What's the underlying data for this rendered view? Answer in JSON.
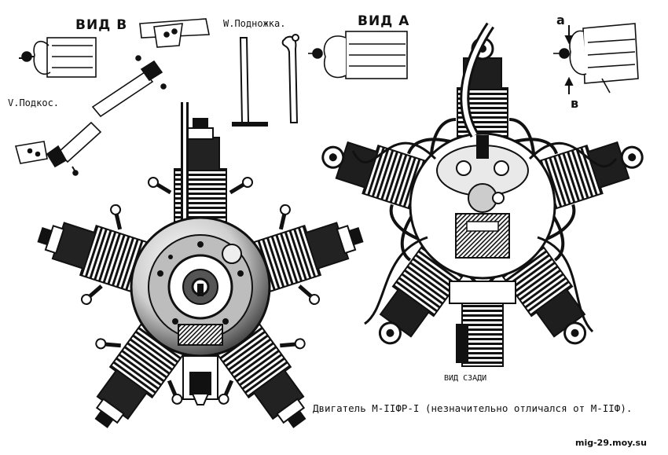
{
  "labels": {
    "view_b": "ВИД В",
    "view_a": "ВИД А",
    "footrest": "W.Подножка.",
    "strut": "V.Подкос.",
    "rear_view": "ВИД СЗАДИ",
    "caption": "Двигатель М-IIФР-I (незначительно отличался от М-IIФ).",
    "arrow_a": "а",
    "arrow_b": "в",
    "watermark": "mig-29.moy.su"
  },
  "colors": {
    "ink": "#111111",
    "paper": "#ffffff",
    "mid": "#9a9a9a"
  }
}
